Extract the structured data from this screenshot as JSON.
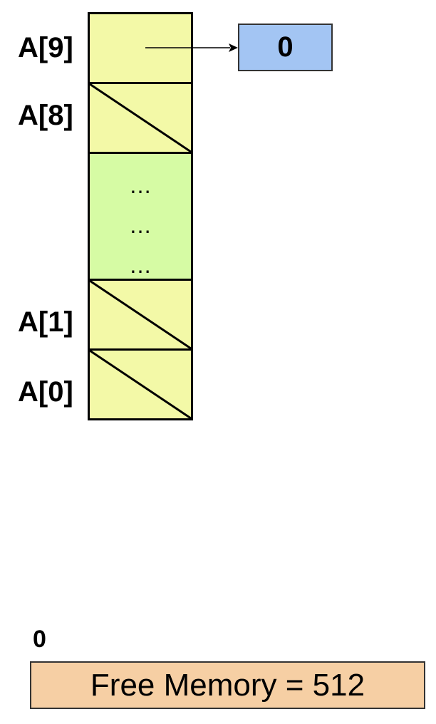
{
  "array": {
    "labels": {
      "a9": "A[9]",
      "a8": "A[8]",
      "a1": "A[1]",
      "a0": "A[0]"
    },
    "ellipsis": [
      "…",
      "…",
      "…"
    ]
  },
  "pointer_target": {
    "value": "0"
  },
  "free_memory": {
    "address": "0",
    "label": "Free Memory = 512"
  },
  "colors": {
    "cell_yellow": "#f3f9a7",
    "cell_green": "#d6fba4",
    "value_blue": "#a3c5f3",
    "free_orange": "#f6cfa4"
  }
}
